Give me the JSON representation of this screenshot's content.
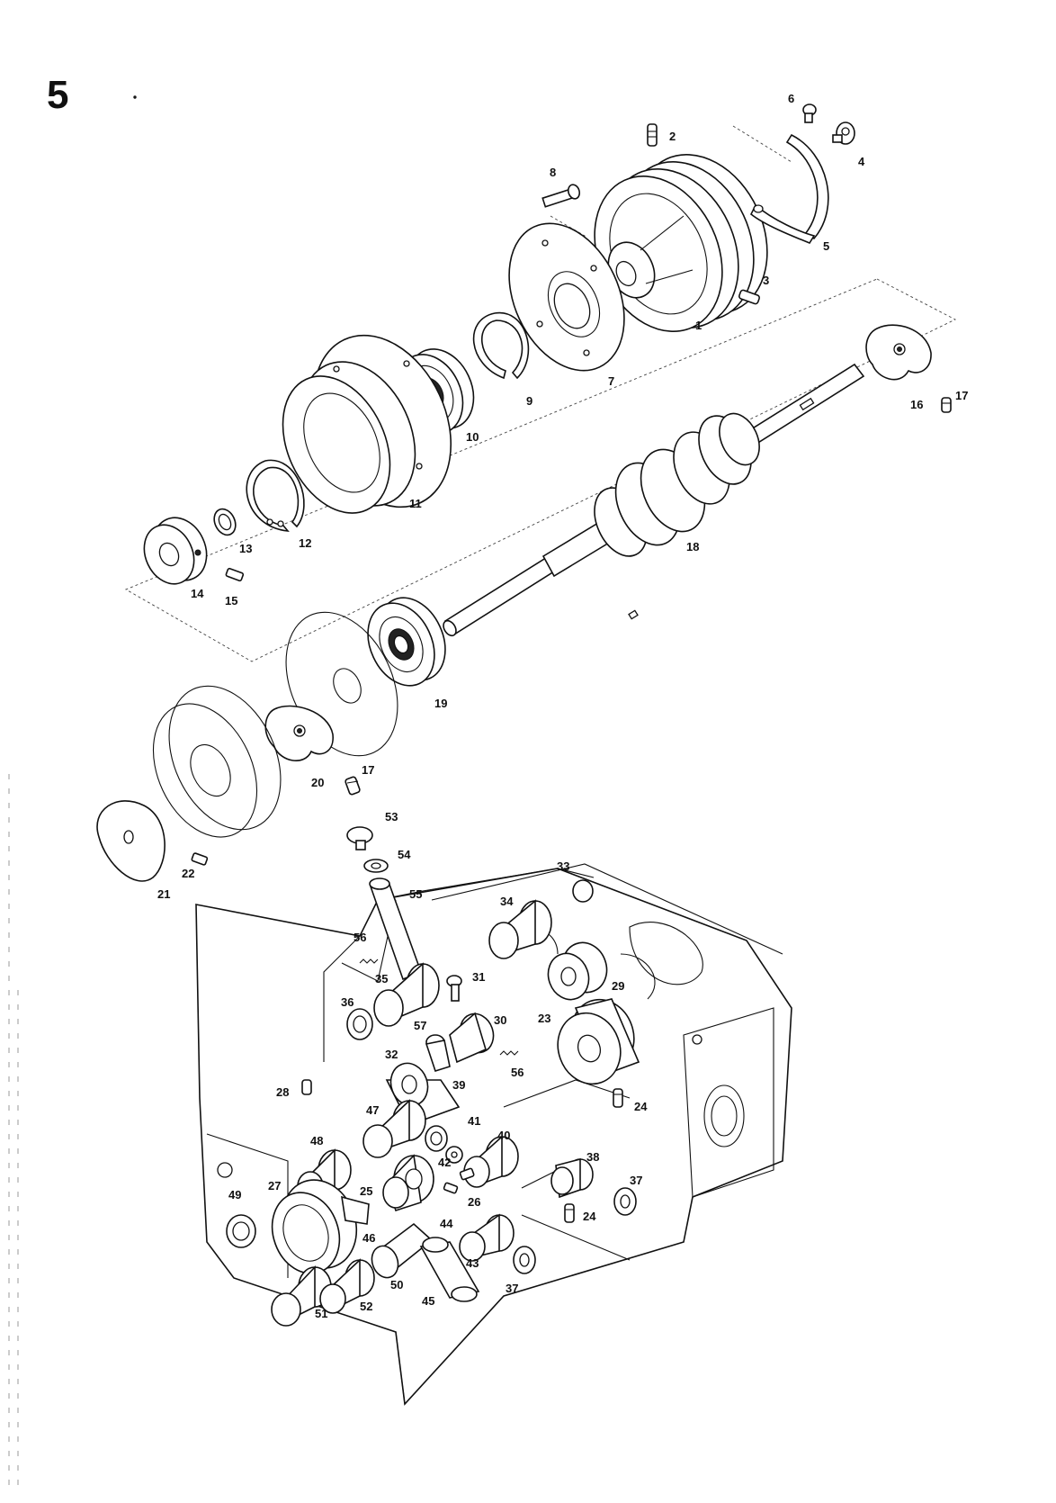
{
  "page_number": "5",
  "callouts": {
    "c1": "1",
    "c2": "2",
    "c3": "3",
    "c4": "4",
    "c5": "5",
    "c6": "6",
    "c7": "7",
    "c8": "8",
    "c9": "9",
    "c10": "10",
    "c11": "11",
    "c12": "12",
    "c13": "13",
    "c14": "14",
    "c15": "15",
    "c16": "16",
    "c17": "17",
    "c17b": "17",
    "c18": "18",
    "c19": "19",
    "c20": "20",
    "c21": "21",
    "c22": "22",
    "c23": "23",
    "c24": "24",
    "c24b": "24",
    "c25": "25",
    "c26": "26",
    "c27": "27",
    "c28": "28",
    "c29": "29",
    "c30": "30",
    "c31": "31",
    "c32": "32",
    "c33": "33",
    "c34": "34",
    "c35": "35",
    "c36": "36",
    "c37": "37",
    "c37b": "37",
    "c38": "38",
    "c39": "39",
    "c40": "40",
    "c41": "41",
    "c42": "42",
    "c43": "43",
    "c44": "44",
    "c45": "45",
    "c46": "46",
    "c47": "47",
    "c48": "48",
    "c49": "49",
    "c50": "50",
    "c51": "51",
    "c52": "52",
    "c53": "53",
    "c54": "54",
    "c55": "55",
    "c56": "56",
    "c56b": "56",
    "c57": "57"
  }
}
